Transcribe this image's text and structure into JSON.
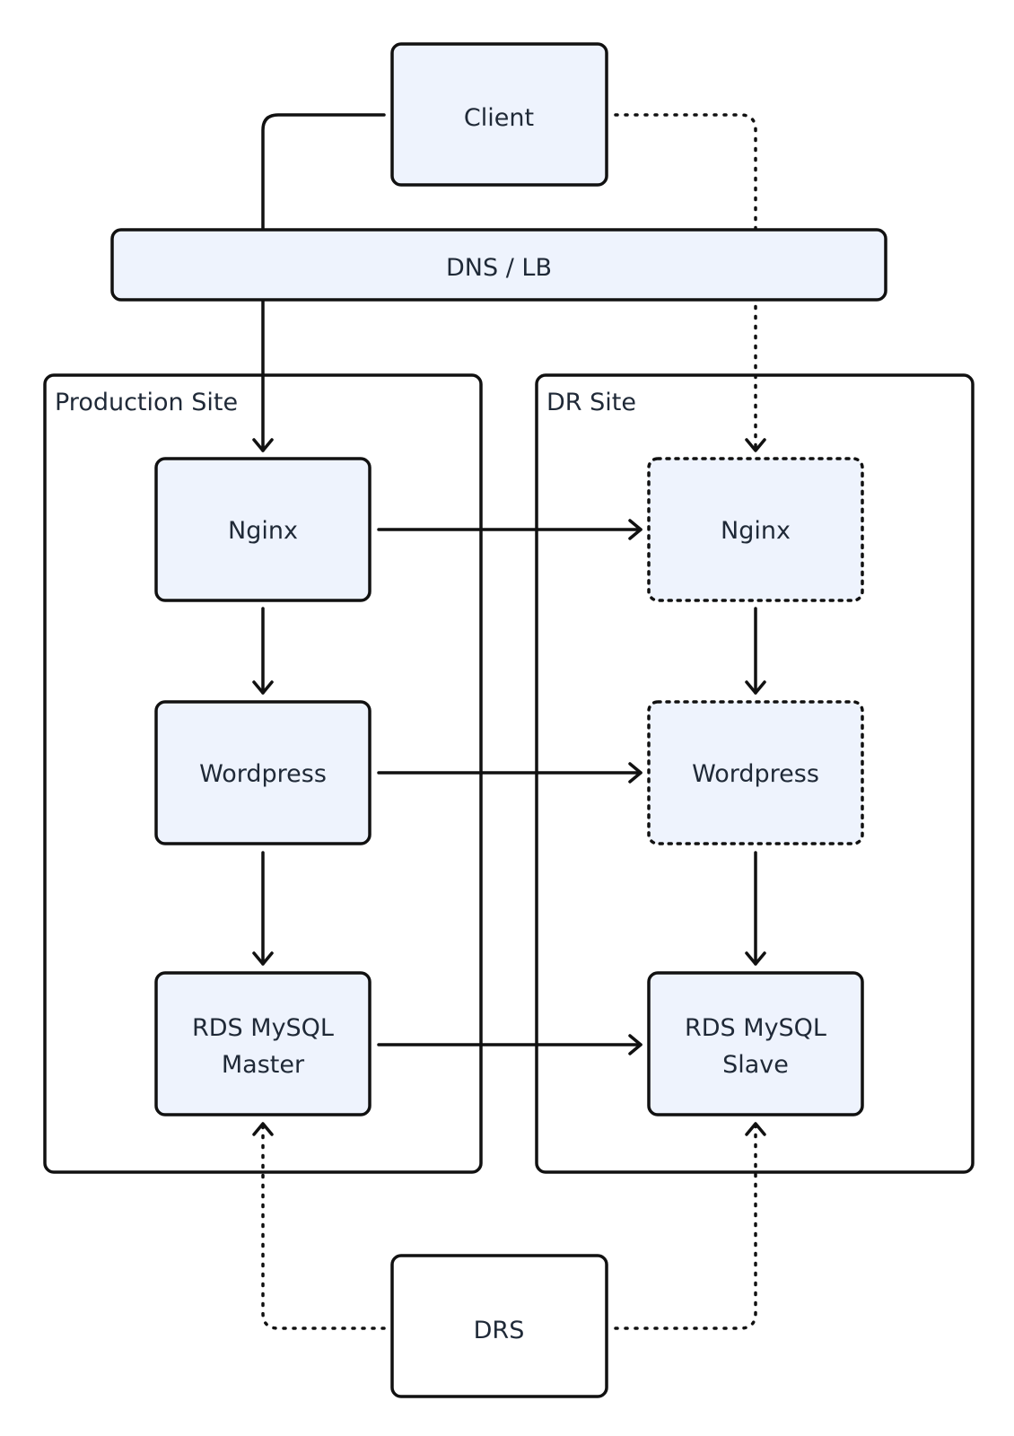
{
  "sites": {
    "production": "Production Site",
    "dr": "DR Site"
  },
  "nodes": {
    "client": "Client",
    "dns_lb": "DNS / LB",
    "prod_nginx": "Nginx",
    "prod_wordpress": "Wordpress",
    "prod_rds_line1": "RDS MySQL",
    "prod_rds_line2": "Master",
    "dr_nginx": "Nginx",
    "dr_wordpress": "Wordpress",
    "dr_rds_line1": "RDS MySQL",
    "dr_rds_line2": "Slave",
    "drs": "DRS"
  },
  "colors": {
    "node_fill": "#eef3fd",
    "stroke": "#111111",
    "text": "#1f2937"
  }
}
